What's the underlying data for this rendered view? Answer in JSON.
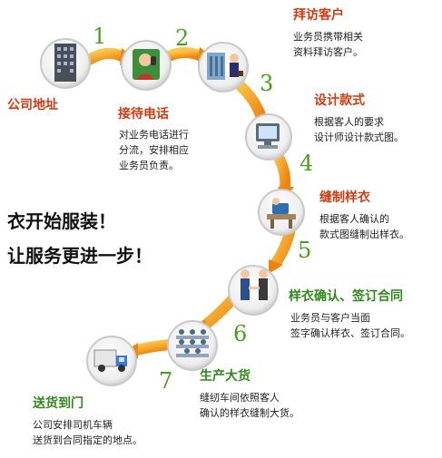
{
  "colors": {
    "title_red": "#d23a10",
    "title_green": "#2f8a1a",
    "step_number_green": "#4a9e1c",
    "arrow_orange": "#f39a1a"
  },
  "numbers": [
    "1",
    "2",
    "3",
    "4",
    "5",
    "6",
    "7"
  ],
  "nodes": {
    "company_address": {
      "title": "公司地址",
      "icon": "office-building-icon"
    },
    "reception_call": {
      "title": "接待电话",
      "icon": "receptionist-icon",
      "desc": [
        "对业务电话进行",
        "分流，安排相应",
        "业务员负责。"
      ]
    },
    "visit_client": {
      "title": "拜访客户",
      "icon": "visiting-client-icon",
      "desc": [
        "业务员携带相关",
        "资料拜访客户。"
      ]
    },
    "design": {
      "title": "设计款式",
      "icon": "computer-design-icon",
      "desc": [
        "根据客人的要求",
        "设计师设计款式图。"
      ]
    },
    "sample_sewing": {
      "title": "缝制样衣",
      "icon": "sewing-machine-icon",
      "desc": [
        "根据客人确认的",
        "款式图缝制出样衣。"
      ]
    },
    "sample_confirm": {
      "title": "样衣确认、签订合同",
      "icon": "handshake-icon",
      "desc": [
        "业务员与客户当面",
        "签字确认样衣、签订合同。"
      ]
    },
    "production": {
      "title": "生产大货",
      "icon": "production-workshop-icon",
      "desc": [
        "缝纫车间依照客人",
        "确认的样衣缝制大货。"
      ]
    },
    "delivery": {
      "title": "送货到门",
      "icon": "delivery-truck-icon",
      "desc": [
        "公司安排司机车辆",
        "送货到合同指定的地点。"
      ]
    }
  },
  "slogan": [
    "衣开始服装！",
    "让服务更进一步！"
  ]
}
